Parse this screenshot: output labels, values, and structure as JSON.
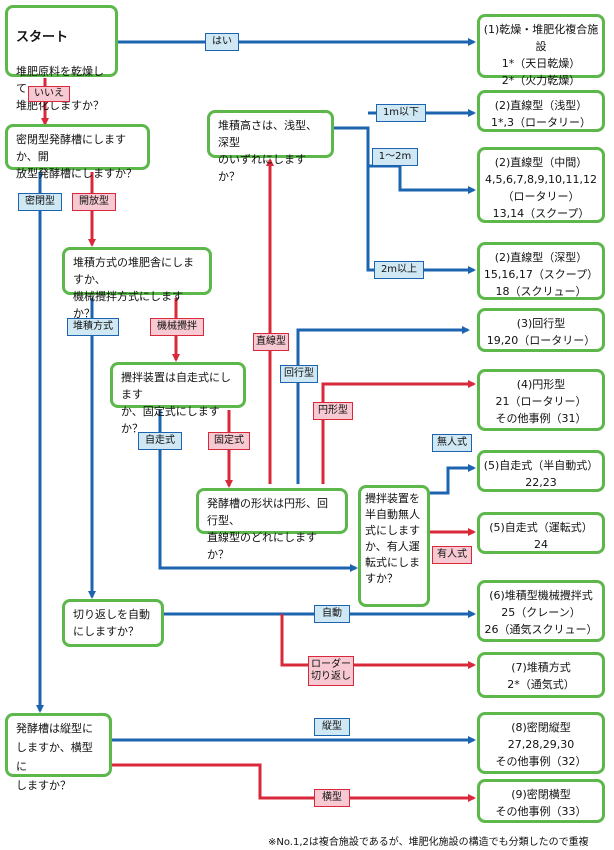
{
  "start": {
    "title": "スタート",
    "question": "堆肥原料を乾燥して\n堆肥化しますか？"
  },
  "q_closed_open": "密閉型発酵槽にしますか、開\n放型発酵槽にしますか？",
  "q_stack_mech": "堆積方式の堆肥舎にしますか、\n機械攪拌方式にしますか？",
  "q_agitator": "攪拌装置は自走式にします\nか、固定式にしますか？",
  "q_shape": "発酵槽の形状は円形、回行型、\n直線型のどれにしますか？",
  "q_height": "堆積高さは、浅型、深型\nのいずれにしますか？",
  "q_semi": "攪拌装置を\n半自動無人\n式にします\nか、有人運\n転式にしま\nすか？",
  "q_turnover": "切り返しを自動\nにしますか？",
  "q_vertical": "発酵槽は縦型に\nしますか、横型に\nしますか？",
  "results": [
    "(1)乾燥・堆肥化複合施設\n1*（天日乾燥）\n2*（火力乾燥）",
    "(2)直線型（浅型）\n1*,3（ロータリー）",
    "(2)直線型（中間）\n4,5,6,7,8,9,10,11,12\n（ロータリー）\n13,14（スクープ）",
    "(2)直線型（深型）\n15,16,17（スクープ）\n18（スクリュー）",
    "(3)回行型\n19,20（ロータリー）",
    "(4)円形型\n21（ロータリー）\nその他事例（31）",
    "(5)自走式（半自動式）\n22,23",
    "(5)自走式（運転式）\n24",
    "(6)堆積型機械攪拌式\n25（クレーン）\n26（通気スクリュー）",
    "(7)堆積方式\n2*（通気式）",
    "(8)密閉縦型\n27,28,29,30\nその他事例（32）",
    "(9)密閉横型\nその他事例（33）"
  ],
  "labels": {
    "yes": "はい",
    "no": "いいえ",
    "closed": "密閉型",
    "open": "開放型",
    "stacking": "堆積方式",
    "mechanical": "機械攪拌",
    "self_propelled": "自走式",
    "fixed": "固定式",
    "linear": "直線型",
    "circulating": "回行型",
    "circular": "円形型",
    "h1": "1m以下",
    "h2": "1〜2m",
    "h3": "2m以上",
    "unmanned": "無人式",
    "manned": "有人式",
    "auto": "自動",
    "loader": "ローダー\n切り返し",
    "vertical": "縦型",
    "horizontal": "横型"
  },
  "footnote": "※No.1,2は複合施設であるが、堆肥化施設の構造でも分類したので重複",
  "colors": {
    "green": "#5cb84a",
    "blue": "#1c63b0",
    "red": "#d8283a"
  }
}
